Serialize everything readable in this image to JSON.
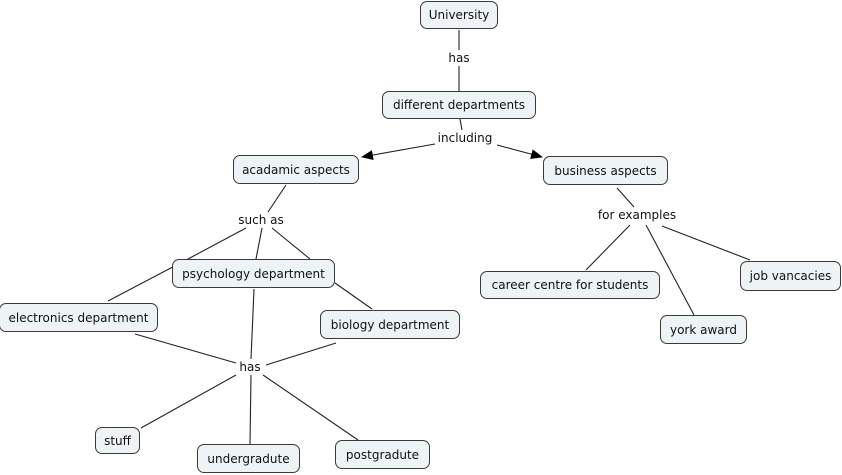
{
  "concept_map": {
    "concepts": [
      {
        "id": "university",
        "label": "University"
      },
      {
        "id": "different_departments",
        "label": "different departments"
      },
      {
        "id": "acadamic_aspects",
        "label": "acadamic aspects"
      },
      {
        "id": "business_aspects",
        "label": "business aspects"
      },
      {
        "id": "psychology_department",
        "label": "psychology department"
      },
      {
        "id": "electronics_department",
        "label": "electronics department"
      },
      {
        "id": "biology_department",
        "label": "biology department"
      },
      {
        "id": "career_centre",
        "label": "career centre for students"
      },
      {
        "id": "job_vancacies",
        "label": "job vancacies"
      },
      {
        "id": "york_award",
        "label": "york award"
      },
      {
        "id": "stuff",
        "label": "stuff"
      },
      {
        "id": "undergradute",
        "label": "undergradute"
      },
      {
        "id": "postgradute",
        "label": "postgradute"
      }
    ],
    "linking_phrases": [
      {
        "id": "has_1",
        "label": "has"
      },
      {
        "id": "including",
        "label": "including"
      },
      {
        "id": "such_as",
        "label": "such as"
      },
      {
        "id": "for_examples",
        "label": "for examples"
      },
      {
        "id": "has_2",
        "label": "has"
      }
    ],
    "connections": [
      {
        "from": "university",
        "to": "has_1"
      },
      {
        "from": "has_1",
        "to": "different_departments"
      },
      {
        "from": "different_departments",
        "to": "including"
      },
      {
        "from": "including",
        "to": "acadamic_aspects",
        "arrow": true
      },
      {
        "from": "including",
        "to": "business_aspects",
        "arrow": true
      },
      {
        "from": "acadamic_aspects",
        "to": "such_as"
      },
      {
        "from": "such_as",
        "to": "psychology_department"
      },
      {
        "from": "such_as",
        "to": "electronics_department"
      },
      {
        "from": "such_as",
        "to": "biology_department"
      },
      {
        "from": "business_aspects",
        "to": "for_examples"
      },
      {
        "from": "for_examples",
        "to": "career_centre"
      },
      {
        "from": "for_examples",
        "to": "york_award"
      },
      {
        "from": "for_examples",
        "to": "job_vancacies"
      },
      {
        "from": "psychology_department",
        "to": "has_2"
      },
      {
        "from": "electronics_department",
        "to": "has_2"
      },
      {
        "from": "biology_department",
        "to": "has_2"
      },
      {
        "from": "has_2",
        "to": "stuff"
      },
      {
        "from": "has_2",
        "to": "undergradute"
      },
      {
        "from": "has_2",
        "to": "postgradute"
      }
    ]
  }
}
